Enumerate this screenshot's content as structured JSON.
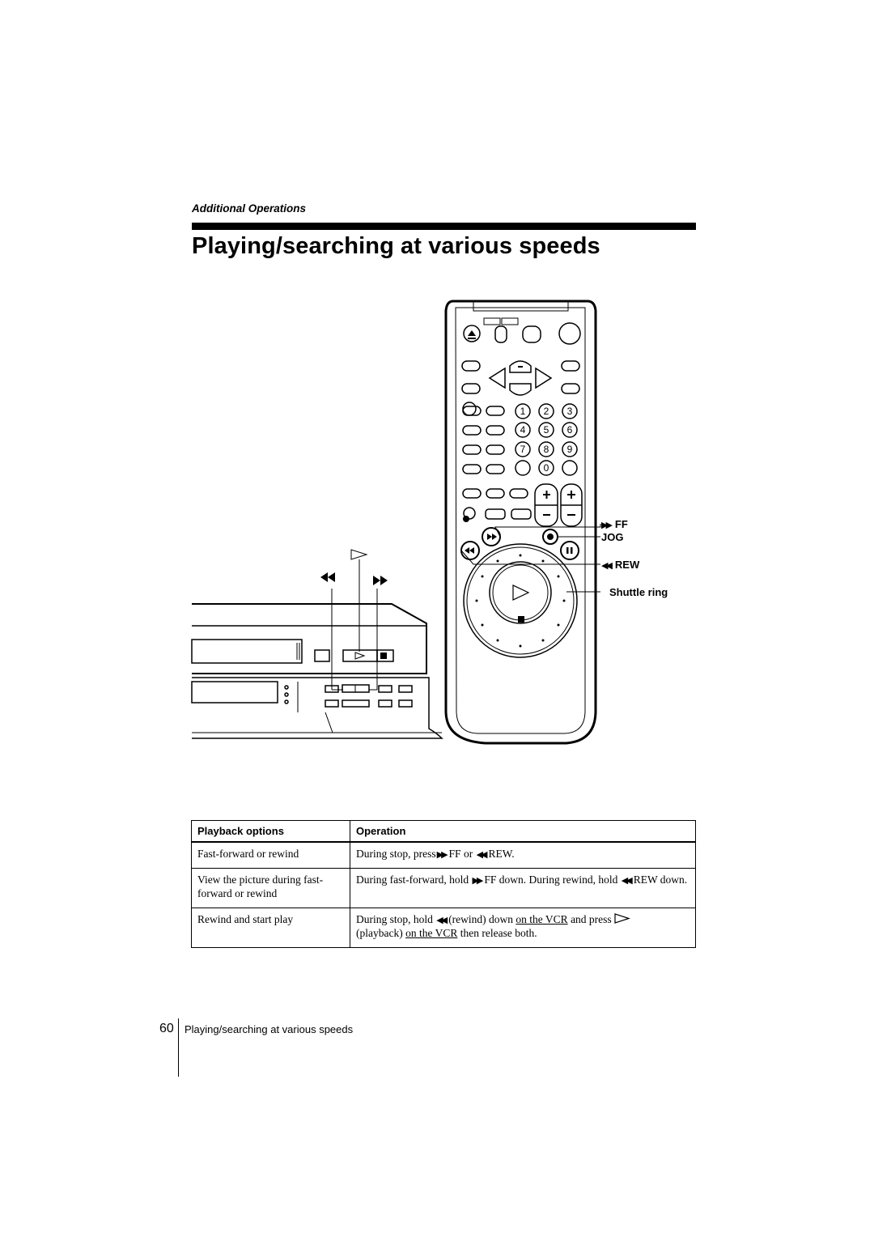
{
  "header": {
    "section_label": "Additional Operations",
    "title": "Playing/searching at various speeds"
  },
  "figure": {
    "remote_callouts": {
      "ff": "FF",
      "jog": "JOG",
      "rew": "REW",
      "shuttle_ring": "Shuttle ring"
    },
    "number_keys": [
      "1",
      "2",
      "3",
      "4",
      "5",
      "6",
      "7",
      "8",
      "9",
      "0"
    ]
  },
  "table": {
    "headers": [
      "Playback options",
      "Operation"
    ],
    "rows": [
      {
        "option": "Fast-forward or rewind",
        "op": {
          "t1": "During stop, press",
          "t2": "FF or",
          "t3": "REW."
        }
      },
      {
        "option": "View the picture during fast-forward or rewind",
        "op": {
          "t1": "During fast-forward, hold",
          "t2": "FF down. During rewind, hold",
          "t3": "REW down."
        }
      },
      {
        "option": "Rewind and start play",
        "op": {
          "t1": "During stop, hold",
          "t2": "(rewind) down",
          "link1": "on the VCR",
          "t3": "and press",
          "t4": "(playback)",
          "link2": "on the VCR",
          "t5": "then release both."
        }
      }
    ]
  },
  "footer": {
    "page_number": "60",
    "running_title": "Playing/searching at various speeds"
  }
}
